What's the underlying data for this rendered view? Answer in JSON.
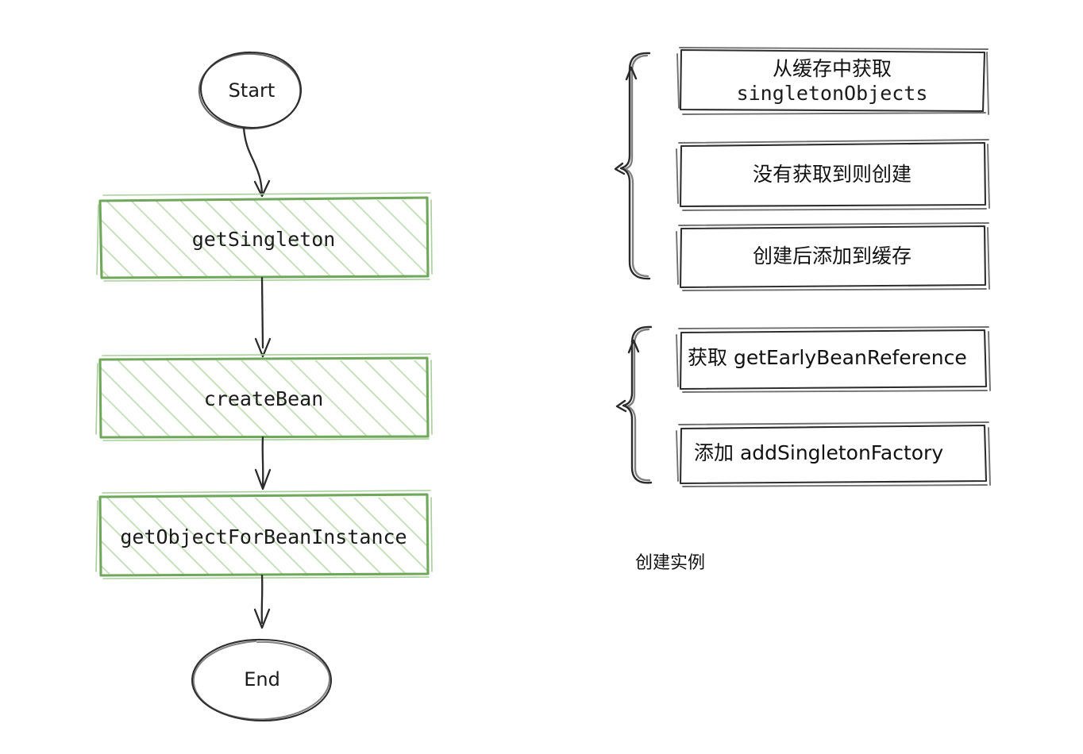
{
  "diagram": {
    "title": "Spring Bean getSingleton flowchart",
    "colors": {
      "green_border": "#6fa75b",
      "green_hatch": "#bedcb2",
      "ink": "#2e2e2e",
      "background": "#ffffff"
    },
    "flow": {
      "start_node": {
        "label": "Start"
      },
      "end_node": {
        "label": "End"
      },
      "steps": [
        {
          "label": "getSingleton"
        },
        {
          "label": "createBean"
        },
        {
          "label": "getObjectForBeanInstance"
        }
      ]
    },
    "annotations": {
      "group_one": {
        "items": [
          {
            "line1": "从缓存中获取",
            "line2": "singletonObjects"
          },
          {
            "line1": "没有获取到则创建",
            "line2": ""
          },
          {
            "line1": "创建后添加到缓存",
            "line2": ""
          }
        ]
      },
      "group_two": {
        "items": [
          {
            "line1": "获取 getEarlyBeanReference",
            "line2": ""
          },
          {
            "line1": "添加 addSingletonFactory",
            "line2": ""
          }
        ]
      },
      "caption": "创建实例"
    }
  }
}
